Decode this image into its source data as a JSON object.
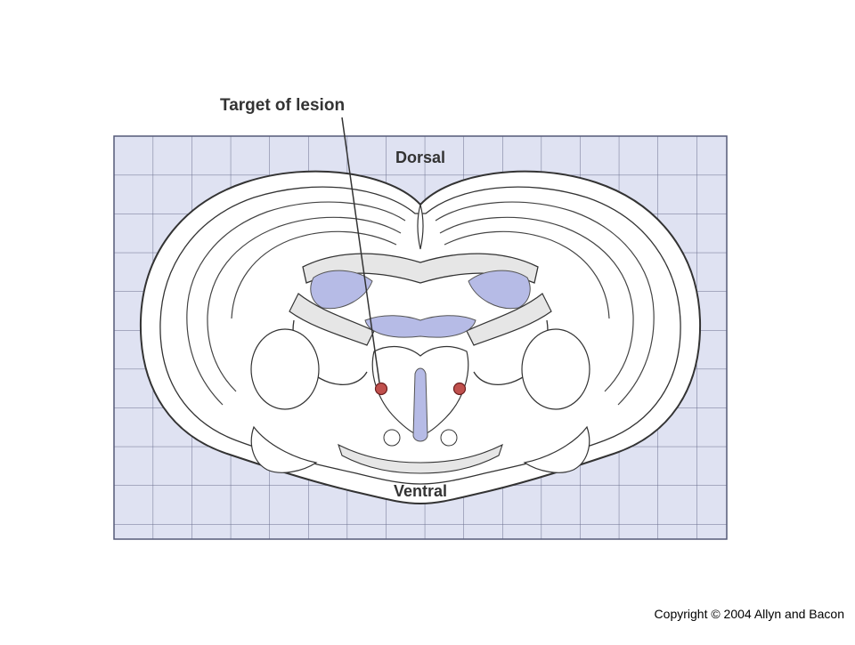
{
  "figure": {
    "callout_label": "Target of lesion",
    "orientation_top": "Dorsal",
    "orientation_bottom": "Ventral",
    "copyright": "Copyright © 2004 Allyn and Bacon"
  },
  "colors": {
    "grid_background": "#dfe2f2",
    "grid_lines": "#6a6e8e",
    "ventricle": "#b6bbe6",
    "white_matter": "#e6e6e6",
    "lesion_target": "#c0504d",
    "outline": "#333333"
  }
}
